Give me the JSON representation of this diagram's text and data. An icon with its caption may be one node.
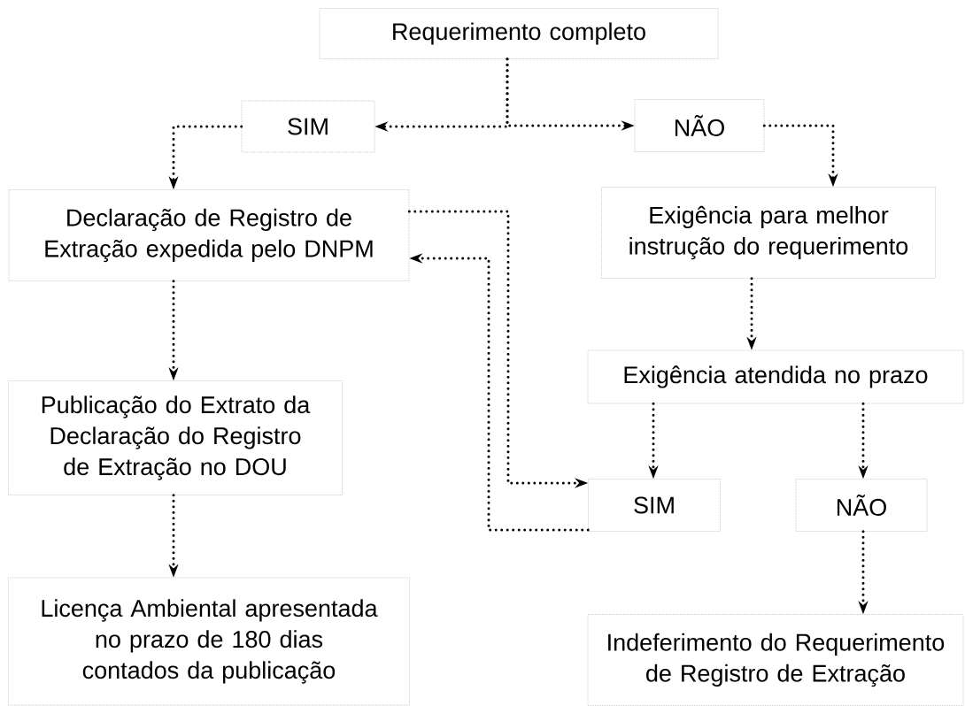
{
  "diagram": {
    "nodes": [
      {
        "text": [
          "Requerimento completo"
        ]
      },
      {
        "text": [
          "SIM"
        ]
      },
      {
        "text": [
          "NÃO"
        ]
      },
      {
        "text": [
          "Declaração de Registro de Extração expedida pelo DNPM"
        ]
      },
      {
        "text": [
          "Exigência para melhor instrução do requerimento"
        ]
      },
      {
        "text": [
          "Publicação do Extrato da Declaração do Registro de Extração no DOU"
        ]
      },
      {
        "text": [
          "Exigência atendida no prazo"
        ]
      },
      {
        "text": [
          "SIM"
        ]
      },
      {
        "text": [
          "NÃO"
        ]
      },
      {
        "text": [
          "Licença Ambiental apresentada no prazo de 180 dias contados da publicação"
        ]
      },
      {
        "text": [
          "Indeferimento do Requerimento de Registro de Extração"
        ]
      }
    ],
    "edges": [
      {
        "from": 0,
        "to": 1,
        "arrow": "to"
      },
      {
        "from": 0,
        "to": 2,
        "arrow": "to"
      },
      {
        "from": 1,
        "to": 3,
        "arrow": "to"
      },
      {
        "from": 2,
        "to": 4,
        "arrow": "to"
      },
      {
        "from": 3,
        "to": 5,
        "arrow": "to"
      },
      {
        "from": 3,
        "to": 7,
        "arrow": "to"
      },
      {
        "from": 7,
        "to": 3,
        "arrow": "to"
      },
      {
        "from": 4,
        "to": 6,
        "arrow": "to"
      },
      {
        "from": 6,
        "to": 7,
        "arrow": "to"
      },
      {
        "from": 6,
        "to": 8,
        "arrow": "to"
      },
      {
        "from": 5,
        "to": 9,
        "arrow": "to"
      },
      {
        "from": 8,
        "to": 10,
        "arrow": "to"
      }
    ]
  }
}
